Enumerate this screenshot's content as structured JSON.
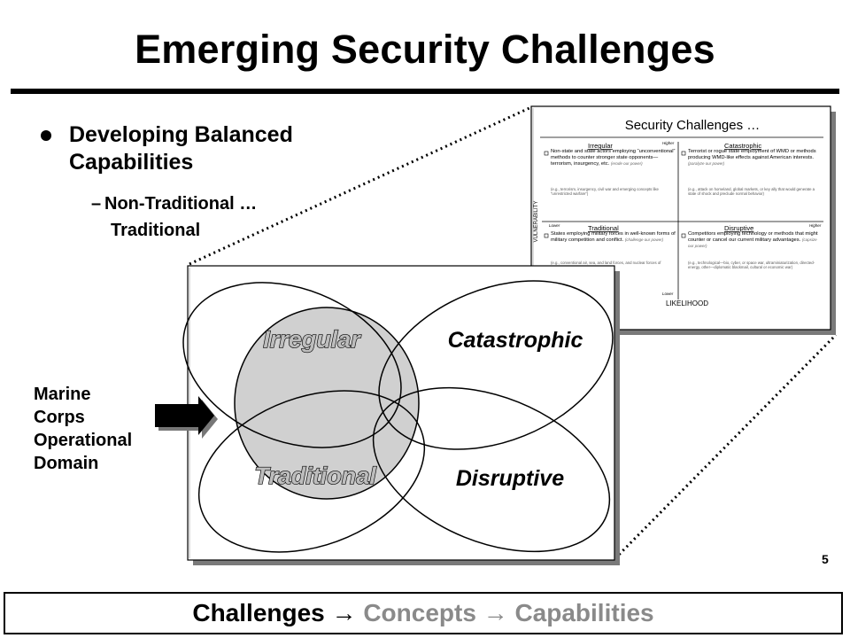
{
  "slide": {
    "title": "Emerging Security Challenges",
    "number": "5"
  },
  "bullets": {
    "main": "Developing Balanced Capabilities",
    "sub_line1": "Non-Traditional …",
    "sub_line2": "Traditional"
  },
  "domain_label": [
    "Marine",
    "Corps",
    "Operational",
    "Domain"
  ],
  "venn": {
    "irregular": "Irregular",
    "catastrophic": "Catastrophic",
    "traditional": "Traditional",
    "disruptive": "Disruptive",
    "highlight_fill": "#d0d0d0"
  },
  "inset": {
    "title": "Security Challenges …",
    "y_axis_label": "VULNERABILITY",
    "x_axis_label": "LIKELIHOOD",
    "higher": "Higher",
    "lower": "Lower",
    "quadrants": {
      "irregular": {
        "title": "Irregular",
        "text": "Non-state and state actors employing “unconventional” methods to counter stronger state opponents—terrorism, insurgency, etc.",
        "tag": "(erode our power)",
        "example": "(e.g., terrorism, insurgency, civil war and emerging concepts like “unrestricted warfare”)"
      },
      "catastrophic": {
        "title": "Catastrophic",
        "text": "Terrorist or rogue state employment of WMD or methods producing WMD-like effects against American interests.",
        "tag": "(paralyze our power)",
        "example": "(e.g., attack on homeland, global markets, or key ally that would generate a state of shock and preclude normal behavior)"
      },
      "traditional": {
        "title": "Traditional",
        "text": "States employing military forces in well-known forms of military competition and conflict.",
        "tag": "(challenge our power)",
        "example": "(e.g., conventional air, sea, and land forces, and nuclear forces of established nuclear powers)"
      },
      "disruptive": {
        "title": "Disruptive",
        "text": "Competitors employing technology or methods that might counter or cancel our current military advantages.",
        "tag": "(capsize our power)",
        "example": "(e.g., technological—bio, cyber, or space war, ultraminiaturization, directed-energy, other—diplomatic blackmail, cultural or economic war)"
      }
    }
  },
  "footer": {
    "challenges": "Challenges",
    "arrow1": "→",
    "concepts": "Concepts",
    "arrow2": "→",
    "capabilities": "Capabilities"
  }
}
